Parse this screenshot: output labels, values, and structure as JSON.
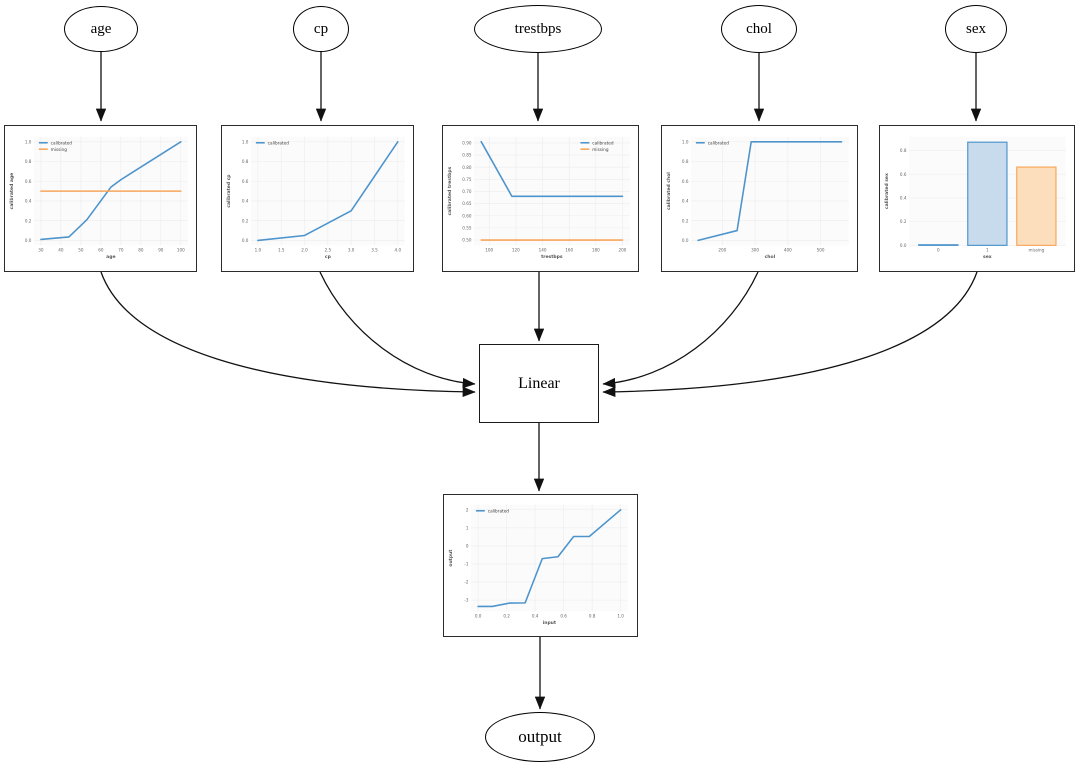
{
  "diagram": {
    "nodes": {
      "age": "age",
      "cp": "cp",
      "trestbps": "trestbps",
      "chol": "chol",
      "sex": "sex",
      "linear": "Linear",
      "output": "output"
    },
    "edges": [
      {
        "from": "age",
        "to": "age calibrator plot"
      },
      {
        "from": "cp",
        "to": "cp calibrator plot"
      },
      {
        "from": "trestbps",
        "to": "trestbps calibrator plot"
      },
      {
        "from": "chol",
        "to": "chol calibrator plot"
      },
      {
        "from": "sex",
        "to": "sex calibrator plot"
      },
      {
        "from": "age calibrator plot",
        "to": "Linear"
      },
      {
        "from": "cp calibrator plot",
        "to": "Linear"
      },
      {
        "from": "trestbps calibrator plot",
        "to": "Linear"
      },
      {
        "from": "chol calibrator plot",
        "to": "Linear"
      },
      {
        "from": "sex calibrator plot",
        "to": "Linear"
      },
      {
        "from": "Linear",
        "to": "output calibrator plot"
      },
      {
        "from": "output calibrator plot",
        "to": "output"
      }
    ]
  },
  "colors": {
    "calibrated": "#4d94cc",
    "missing": "#f8a65b",
    "calibrated_fill": "#c7dbed",
    "missing_fill": "#fcdebc",
    "plot_bg": "#fbfbfb",
    "grid": "#ececec",
    "tick_text": "#666666",
    "label_text": "#555555",
    "legend_text": "#444444"
  },
  "chart_data": [
    {
      "key": "age",
      "type": "line",
      "xlabel": "age",
      "ylabel": "calibrated age",
      "xlim": [
        26.5,
        103.5
      ],
      "ylim": [
        -0.05,
        1.05
      ],
      "xticks": [
        "30",
        "40",
        "50",
        "60",
        "70",
        "80",
        "90",
        "100"
      ],
      "yticks": [
        "0.0",
        "0.2",
        "0.4",
        "0.6",
        "0.8",
        "1.0"
      ],
      "series": [
        {
          "name": "calibrated",
          "color": "calibrated",
          "x": [
            30,
            44,
            53,
            65,
            70,
            100
          ],
          "y": [
            0.01,
            0.035,
            0.21,
            0.54,
            0.615,
            1.0
          ]
        },
        {
          "name": "missing",
          "color": "missing",
          "x": [
            30,
            100
          ],
          "y": [
            0.5,
            0.5
          ]
        }
      ],
      "legend_loc": "upper-left",
      "legend": [
        {
          "label": "calibrated",
          "color": "calibrated"
        },
        {
          "label": "missing",
          "color": "missing"
        }
      ]
    },
    {
      "key": "cp",
      "type": "line",
      "xlabel": "cp",
      "ylabel": "calibrated cp",
      "xlim": [
        0.85,
        4.15
      ],
      "ylim": [
        -0.05,
        1.05
      ],
      "xticks": [
        "1.0",
        "1.5",
        "2.0",
        "2.5",
        "3.0",
        "3.5",
        "4.0"
      ],
      "yticks": [
        "0.0",
        "0.2",
        "0.4",
        "0.6",
        "0.8",
        "1.0"
      ],
      "series": [
        {
          "name": "calibrated",
          "color": "calibrated",
          "x": [
            1.0,
            2.0,
            3.0,
            4.0
          ],
          "y": [
            0.0,
            0.05,
            0.3,
            1.0
          ]
        }
      ],
      "legend_loc": "upper-left",
      "legend": [
        {
          "label": "calibrated",
          "color": "calibrated"
        }
      ]
    },
    {
      "key": "trestbps",
      "type": "line",
      "xlabel": "trestbps",
      "ylabel": "calibrated trestbps",
      "xlim": [
        88.5,
        205.5
      ],
      "ylim": [
        0.478,
        0.925
      ],
      "xticks": [
        "100",
        "120",
        "140",
        "160",
        "180",
        "200"
      ],
      "yticks": [
        "0.50",
        "0.55",
        "0.60",
        "0.65",
        "0.70",
        "0.75",
        "0.80",
        "0.85",
        "0.90"
      ],
      "series": [
        {
          "name": "calibrated",
          "color": "calibrated",
          "x": [
            94,
            117,
            200
          ],
          "y": [
            0.905,
            0.68,
            0.68
          ]
        },
        {
          "name": "missing",
          "color": "missing",
          "x": [
            94,
            200
          ],
          "y": [
            0.5,
            0.5
          ]
        }
      ],
      "legend_loc": "upper-right",
      "legend": [
        {
          "label": "calibrated",
          "color": "calibrated"
        },
        {
          "label": "missing",
          "color": "missing"
        }
      ]
    },
    {
      "key": "chol",
      "type": "line",
      "xlabel": "chol",
      "ylabel": "calibrated chol",
      "xlim": [
        104,
        586
      ],
      "ylim": [
        -0.05,
        1.05
      ],
      "xticks": [
        "200",
        "300",
        "400",
        "500"
      ],
      "yticks": [
        "0.0",
        "0.2",
        "0.4",
        "0.6",
        "0.8",
        "1.0"
      ],
      "series": [
        {
          "name": "calibrated",
          "color": "calibrated",
          "x": [
            126,
            245,
            288,
            564
          ],
          "y": [
            0.0,
            0.1,
            1.0,
            1.0
          ]
        }
      ],
      "legend_loc": "upper-left",
      "legend": [
        {
          "label": "calibrated",
          "color": "calibrated"
        }
      ]
    },
    {
      "key": "sex",
      "type": "bar",
      "xlabel": "sex",
      "ylabel": "calibrated sex",
      "ylim": [
        0,
        0.915
      ],
      "categories": [
        "0",
        "1",
        "missing"
      ],
      "values": [
        0.005,
        0.87,
        0.66
      ],
      "bar_colors": [
        "calibrated",
        "calibrated",
        "missing"
      ],
      "yticks": [
        "0.0",
        "0.2",
        "0.4",
        "0.6",
        "0.8"
      ]
    },
    {
      "key": "output",
      "type": "line",
      "xlabel": "input",
      "ylabel": "output",
      "xlim": [
        -0.05,
        1.05
      ],
      "ylim": [
        -3.62,
        2.27
      ],
      "xticks": [
        "0.0",
        "0.2",
        "0.4",
        "0.6",
        "0.8",
        "1.0"
      ],
      "yticks": [
        "-3",
        "-2",
        "-1",
        "0",
        "1",
        "2"
      ],
      "series": [
        {
          "name": "calibrated",
          "color": "calibrated",
          "x": [
            0.0,
            0.1,
            0.22,
            0.33,
            0.45,
            0.56,
            0.67,
            0.78,
            1.0
          ],
          "y": [
            -3.35,
            -3.35,
            -3.16,
            -3.15,
            -0.7,
            -0.6,
            0.52,
            0.52,
            2.0
          ]
        }
      ],
      "legend_loc": "upper-left",
      "legend": [
        {
          "label": "calibrated",
          "color": "calibrated"
        }
      ]
    }
  ]
}
